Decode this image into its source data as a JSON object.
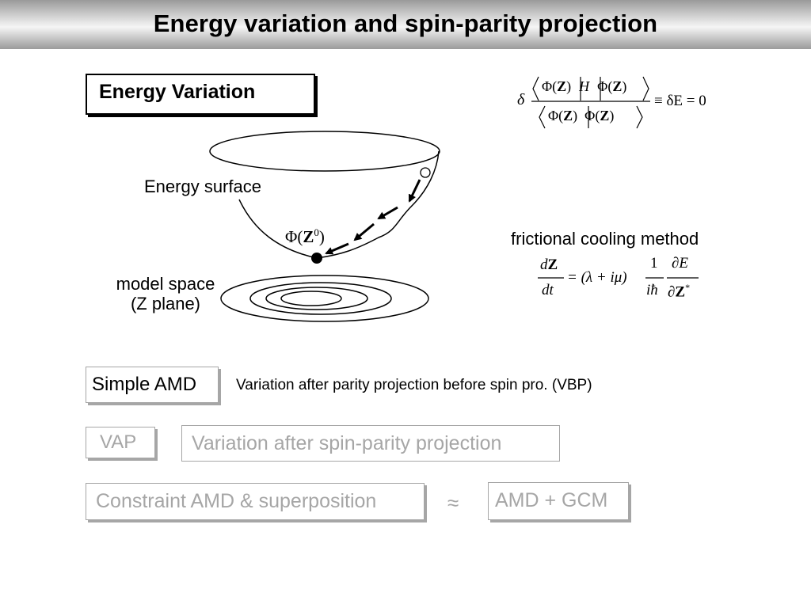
{
  "slide": {
    "title": "Energy variation and spin-parity projection"
  },
  "energy_variation": {
    "box_label": "Energy Variation",
    "surface_label": "Energy surface",
    "model_space_label_line1": "model space",
    "model_space_label_line2": "(Z plane)",
    "phi": "Φ",
    "open_paren": "(",
    "z_bold": "Z",
    "superscript_zero": "0",
    "close_paren": ")"
  },
  "variation_equation": {
    "delta": "δ",
    "num_left": "Φ(",
    "num_z1": "Z",
    "num_mid": ")",
    "num_h": "H",
    "num_right_phi": "Φ(",
    "num_z2": "Z",
    "num_end": ")",
    "den_left": "Φ(",
    "den_z1": "Z",
    "den_mid": ")",
    "den_right_phi": "Φ(",
    "den_z2": "Z",
    "den_end": ")",
    "rhs": "≡ δE = 0"
  },
  "cooling": {
    "label": "frictional cooling method",
    "lhs_num_d": "d",
    "lhs_num_z": "Z",
    "lhs_den": "dt",
    "equals_part": "= (λ + iμ)",
    "frac1_num": "1",
    "frac1_den": "iħ",
    "frac2_num": "∂E",
    "frac2_den_partial": "∂",
    "frac2_den_z": "Z",
    "frac2_den_star": "*"
  },
  "methods": {
    "simple_amd": "Simple AMD",
    "simple_amd_desc": "Variation after parity projection before spin pro. (VBP)",
    "vap": "VAP",
    "vap_desc": "Variation after spin-parity projection",
    "constraint": "Constraint AMD & superposition",
    "approx": "≈",
    "amd_gcm": "AMD + GCM"
  },
  "colors": {
    "title_bar": "#9a9a9a",
    "gray_text": "#a6a6a6"
  }
}
